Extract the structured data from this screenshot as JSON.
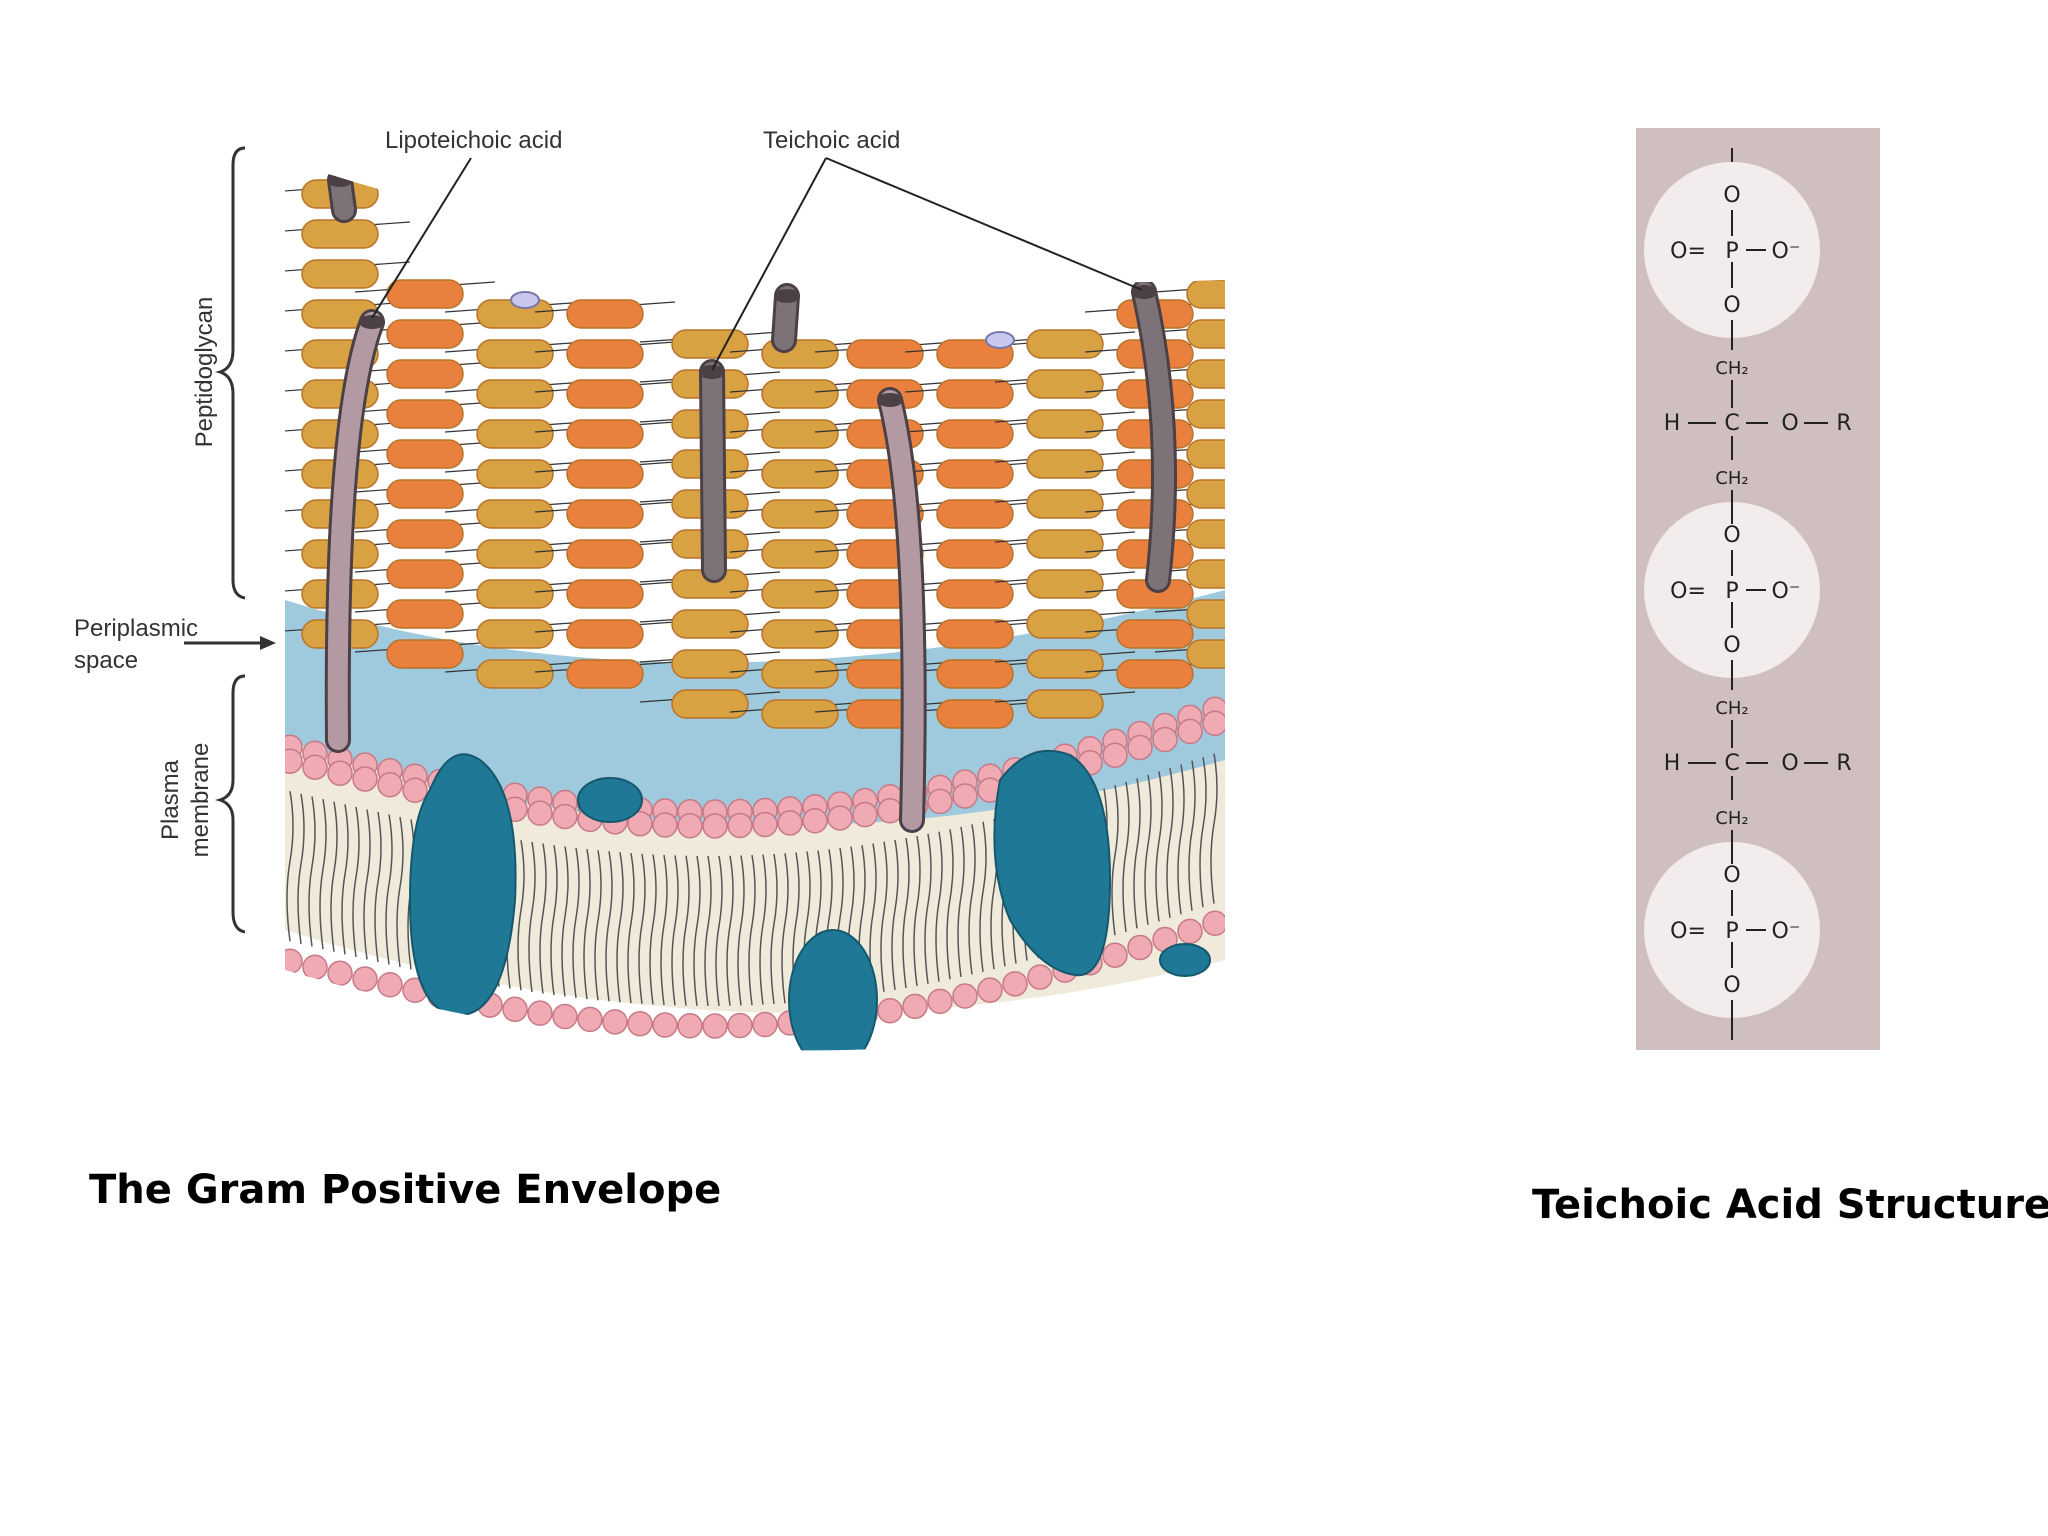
{
  "envelope": {
    "caption": "The Gram Positive Envelope",
    "labels": {
      "lipoteichoic": "Lipoteichoic acid",
      "teichoic": "Teichoic acid",
      "peptidoglycan": "Peptidoglycan",
      "periplasmic_line1": "Periplasmic",
      "periplasmic_line2": "space",
      "plasma_line1": "Plasma",
      "plasma_line2": "membrane"
    },
    "colors": {
      "pg_orange": "#e9803d",
      "pg_tan": "#d8a142",
      "periplasm": "#9fc9dd",
      "lipid_head": "#f0aab4",
      "protein": "#1f7896",
      "teichoic_rod": "#7d7278",
      "lipoteichoic_rod": "#b39aa2"
    }
  },
  "teichoic": {
    "caption": "Teichoic Acid Structure",
    "background": "#cfbfbf",
    "circle_color": "#f3ecec",
    "atoms": {
      "o": "O",
      "p": "P",
      "o_eq": "O=",
      "o_minus": "O⁻",
      "ch2": "CH₂",
      "h": "H",
      "c": "C",
      "r": "R"
    }
  }
}
